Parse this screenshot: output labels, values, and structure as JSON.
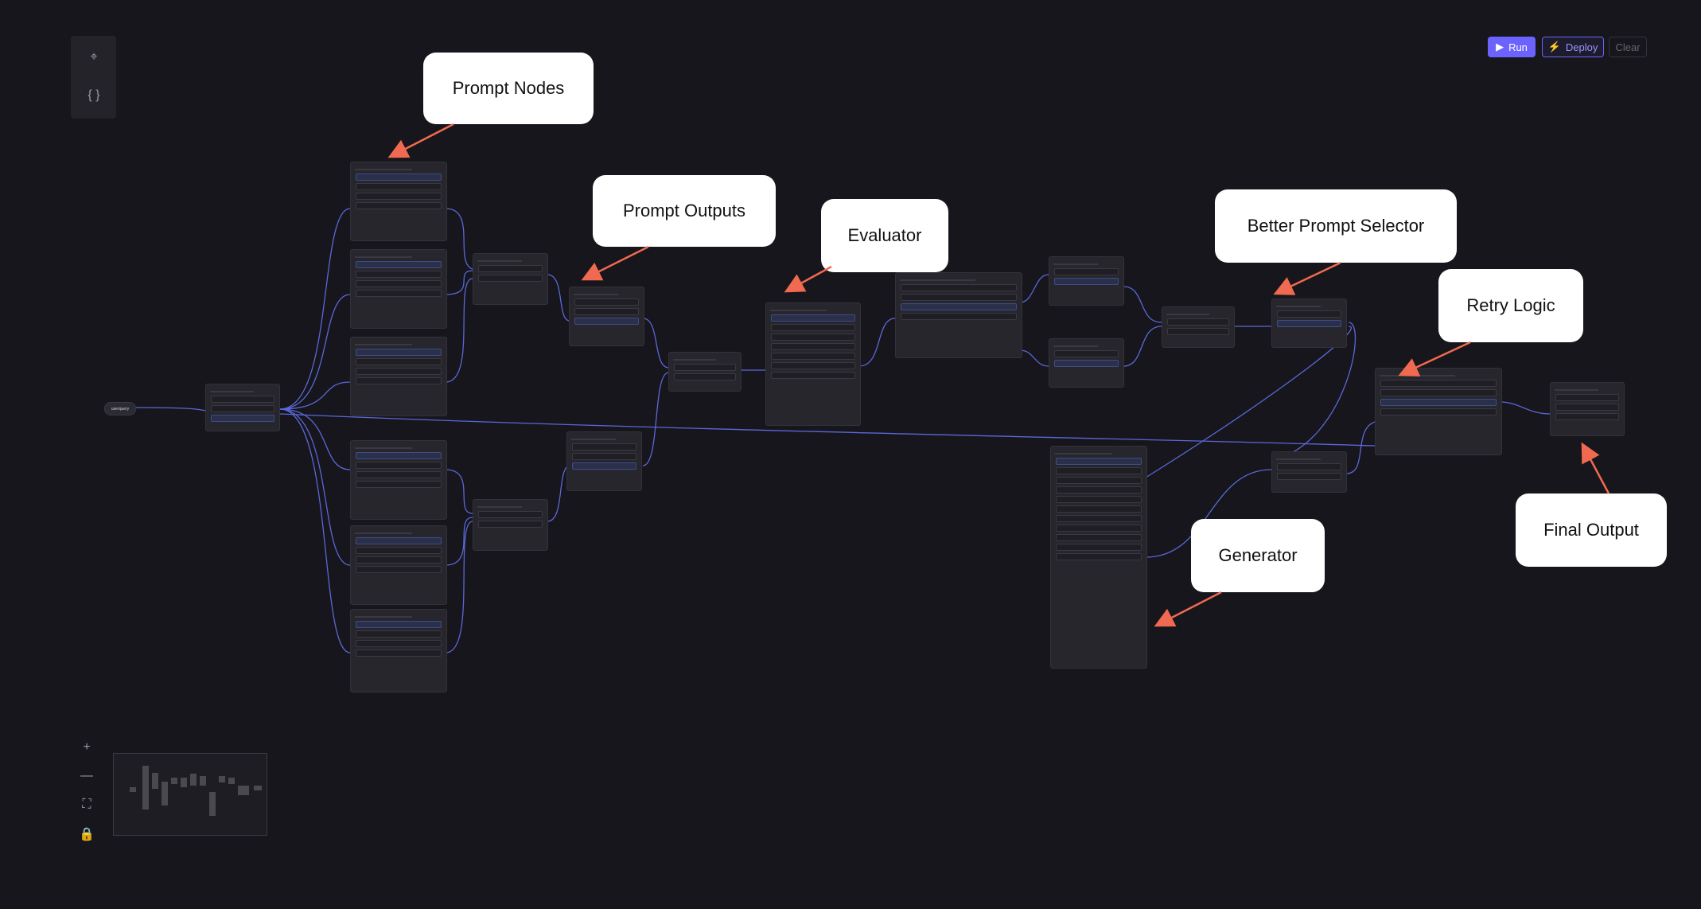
{
  "toolbar": {
    "items": [
      {
        "icon": "focus-icon",
        "glyph": "⌖"
      },
      {
        "icon": "code-braces-icon",
        "glyph": "{ }"
      }
    ]
  },
  "actions": {
    "run_label": "Run",
    "deploy_label": "Deploy",
    "clear_label": "Clear",
    "run_icon": "play-icon",
    "deploy_icon": "lightning-icon",
    "accent_color": "#6c63ff"
  },
  "input_pill": {
    "label": "userquery"
  },
  "callouts": {
    "prompt_nodes": "Prompt Nodes",
    "prompt_outputs": "Prompt Outputs",
    "evaluator": "Evaluator",
    "better_prompt_selector": "Better Prompt Selector",
    "retry_logic": "Retry Logic",
    "generator": "Generator",
    "final_output": "Final Output"
  },
  "callout_color": "#ef6a50",
  "zoom_controls": {
    "zoom_in": "+",
    "zoom_out": "—",
    "fit": "⛶",
    "lock": "🔒"
  }
}
